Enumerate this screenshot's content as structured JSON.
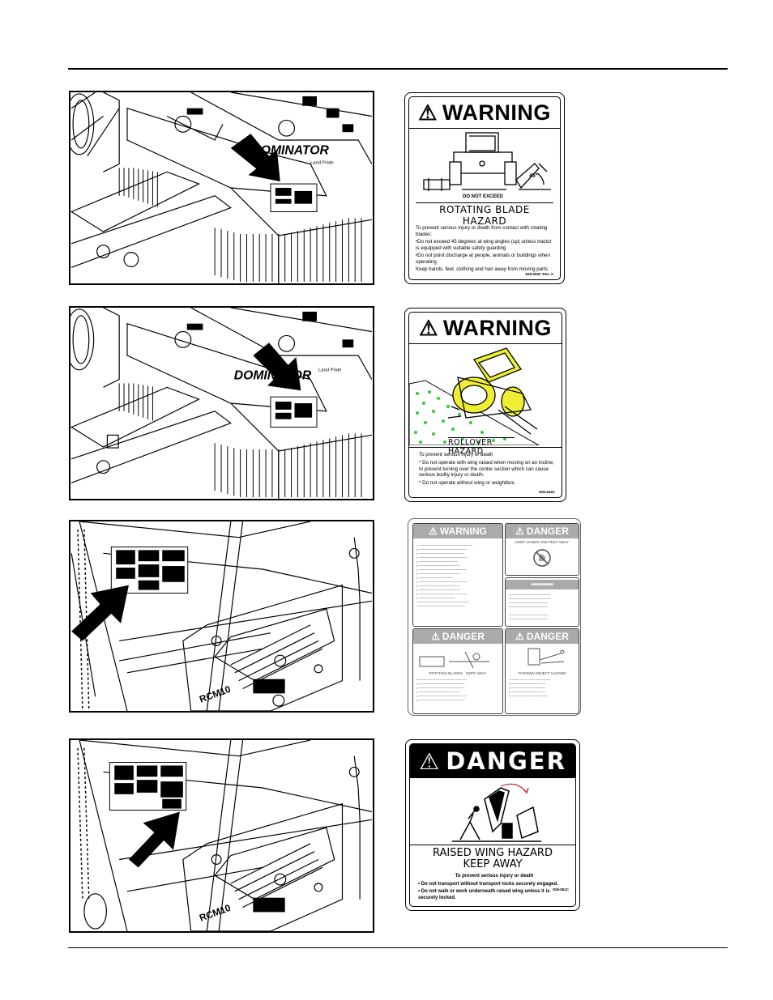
{
  "decals": {
    "rotating": {
      "header": "WARNING",
      "not_exceed": "DO NOT EXCEED",
      "angle": "45°",
      "hazard": "ROTATING BLADE HAZARD",
      "intro": "To prevent serious injury or death from contact with rotating blades:",
      "bullet1": "•Do not exceed 45 degrees at wing angles (up) unless tractor is equipped with suitable safety guarding",
      "bullet2": "•Do not point discharge at people, animals or buildings when operating",
      "bullet3": "Keep hands, feet, clothing and hair away from moving parts",
      "code": "818-000C Rev. A"
    },
    "rollover": {
      "header": "WARNING",
      "hazard": "ROLLOVER HAZARD",
      "intro": "To prevent serious injury or death",
      "bullet1": "*  Do not operate with wing raised when moving on an incline, to prevent turning over the center section which can cause serious bodily injury or death.",
      "bullet2": "*  Do not operate without wing or weightbox.",
      "code": "818-444C"
    },
    "multi": {
      "warning": "WARNING",
      "danger_keep": "DANGER",
      "keep_hands": "KEEP HANDS AND FEET AWAY",
      "danger_rotating": "DANGER",
      "rotating_label": "ROTATING BLADES - KEEP AWAY",
      "danger_thrown": "DANGER",
      "thrown_label": "THROWN OBJECT HAZARD"
    },
    "raised": {
      "header": "DANGER",
      "hazard1": "RAISED WING HAZARD",
      "hazard2": "KEEP AWAY",
      "intro": "To prevent serious injury or death",
      "bullet1": "•  Do not transport without transport locks securely engaged.",
      "bullet2": "•  Do not walk or work underneath raised wing unless it is securely locked.",
      "code": "818-551C"
    }
  },
  "photos": {
    "brand": "DOMINATOR",
    "brand_sub": "Land Pride",
    "model": "RCM10"
  }
}
